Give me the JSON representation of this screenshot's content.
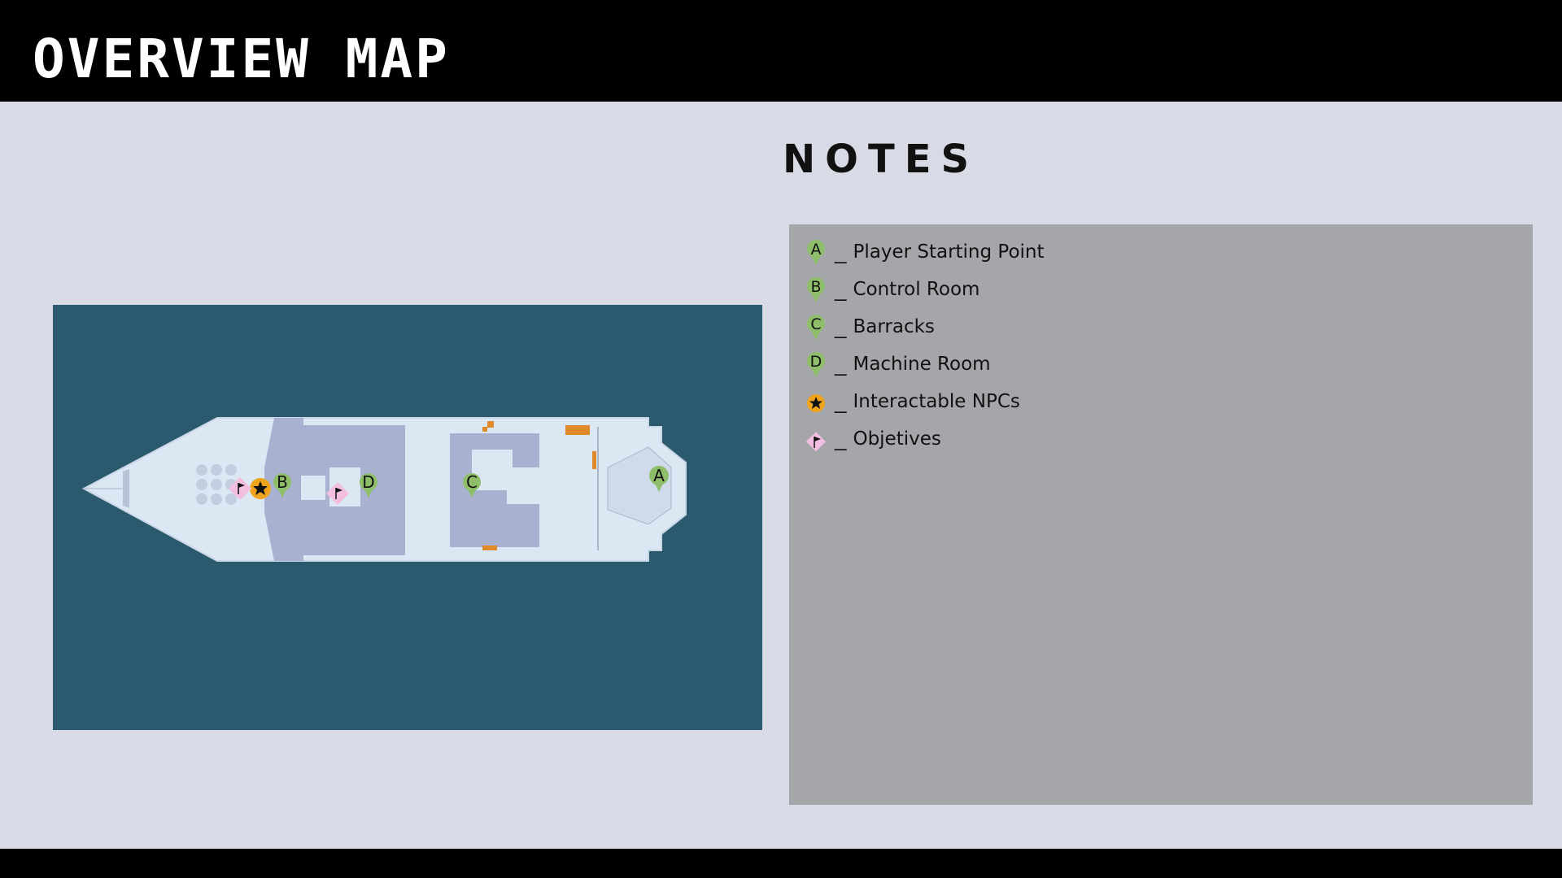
{
  "header": {
    "title": "OVERVIEW MAP"
  },
  "notes": {
    "title": "NOTES",
    "items": [
      {
        "marker": "A",
        "icon": "green-map-pin",
        "label": "Player Starting Point"
      },
      {
        "marker": "B",
        "icon": "green-map-pin",
        "label": "Control Room"
      },
      {
        "marker": "C",
        "icon": "green-map-pin",
        "label": "Barracks"
      },
      {
        "marker": "D",
        "icon": "green-map-pin",
        "label": "Machine Room"
      },
      {
        "marker": "",
        "icon": "orange-star-icon",
        "label": "Interactable NPCs"
      },
      {
        "marker": "",
        "icon": "pink-flag-icon",
        "label": "Objetives"
      }
    ]
  },
  "map": {
    "labels": {
      "a": "A",
      "b": "B",
      "c": "C",
      "d": "D"
    }
  },
  "colors": {
    "background": "#d8dbe5",
    "bar": "#000000",
    "water": "#2b596d",
    "ship_deck": "#dbe7f3",
    "ship_structure": "#a8b1cf",
    "notes_panel": "#a5a6aa",
    "pin_green": "#8fbe6a",
    "npc_orange": "#f0a31c",
    "objective_pink": "#f2bfe0"
  }
}
